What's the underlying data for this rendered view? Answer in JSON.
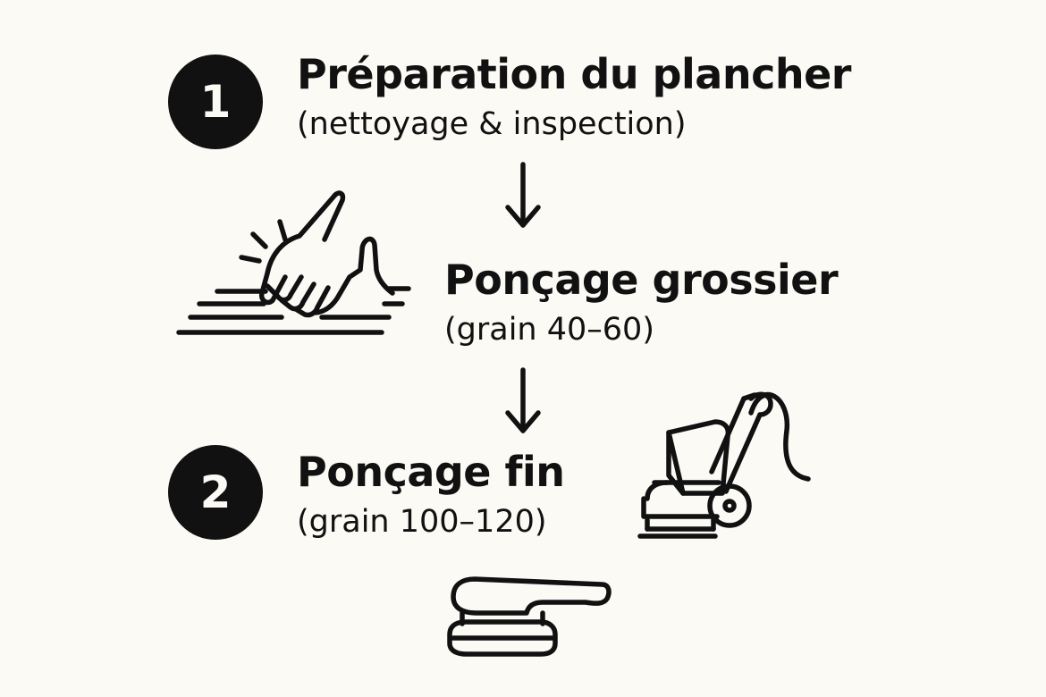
{
  "steps": [
    {
      "badge": "1",
      "title": "Préparation du plancher",
      "subtitle": "(nettoyage & inspection)"
    },
    {
      "title": "Ponçage grossier",
      "subtitle": "(grain 40–60)"
    },
    {
      "badge": "2",
      "title": "Ponçage fin",
      "subtitle": "(grain 100–120)"
    }
  ],
  "icons": {
    "step1": "hand-touching-floor-icon",
    "step2": "floor-sander-machine-icon",
    "step3": "orbital-sander-icon",
    "arrow": "arrow-down-icon"
  },
  "colors": {
    "background": "#fbfaf5",
    "ink": "#111111"
  }
}
